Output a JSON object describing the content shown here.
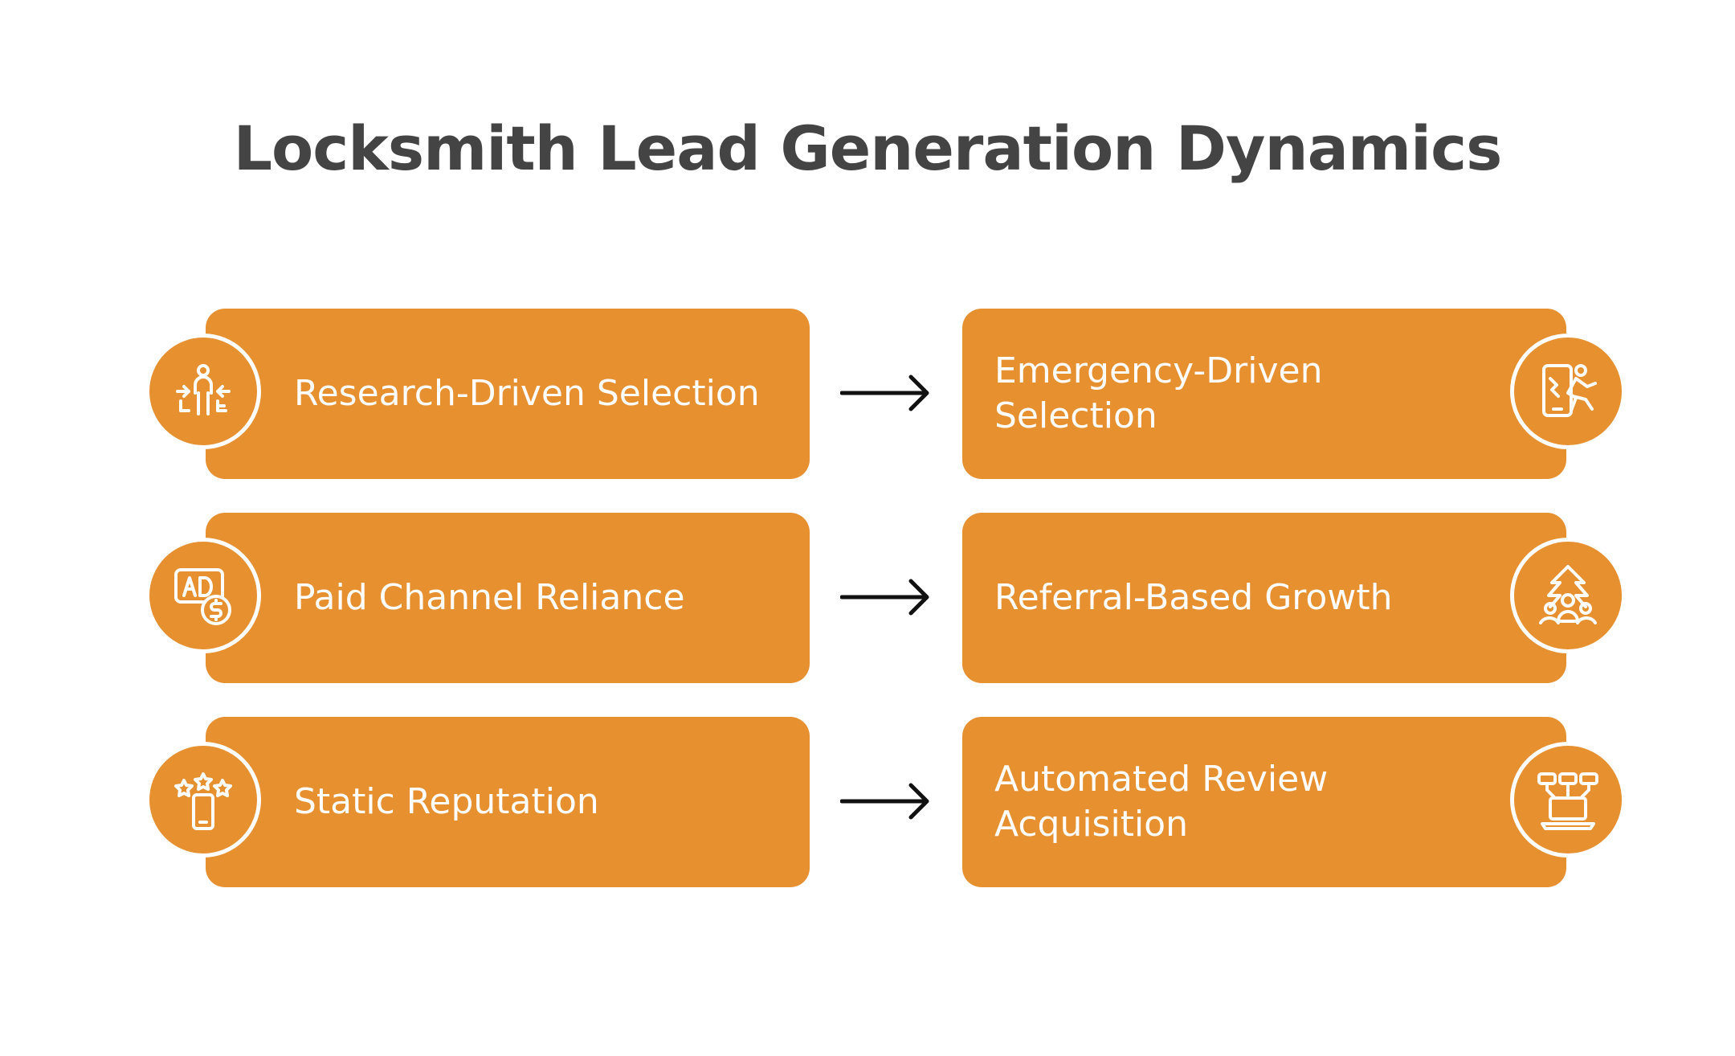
{
  "title": "Locksmith Lead Generation Dynamics",
  "colors": {
    "card": "#e69030",
    "title": "#444444",
    "arrow": "#111111",
    "icon": "#ffffff"
  },
  "rows": [
    {
      "from": {
        "label": "Research-Driven Selection",
        "icon": "person-comparison-icon"
      },
      "to": {
        "label": "Emergency-Driven Selection",
        "icon": "phone-emergency-icon"
      }
    },
    {
      "from": {
        "label": "Paid Channel Reliance",
        "icon": "ad-dollar-icon"
      },
      "to": {
        "label": "Referral-Based Growth",
        "icon": "group-growth-icon"
      }
    },
    {
      "from": {
        "label": "Static Reputation",
        "icon": "phone-stars-icon"
      },
      "to": {
        "label": "Automated Review Acquisition",
        "icon": "laptop-reviews-icon"
      }
    }
  ]
}
